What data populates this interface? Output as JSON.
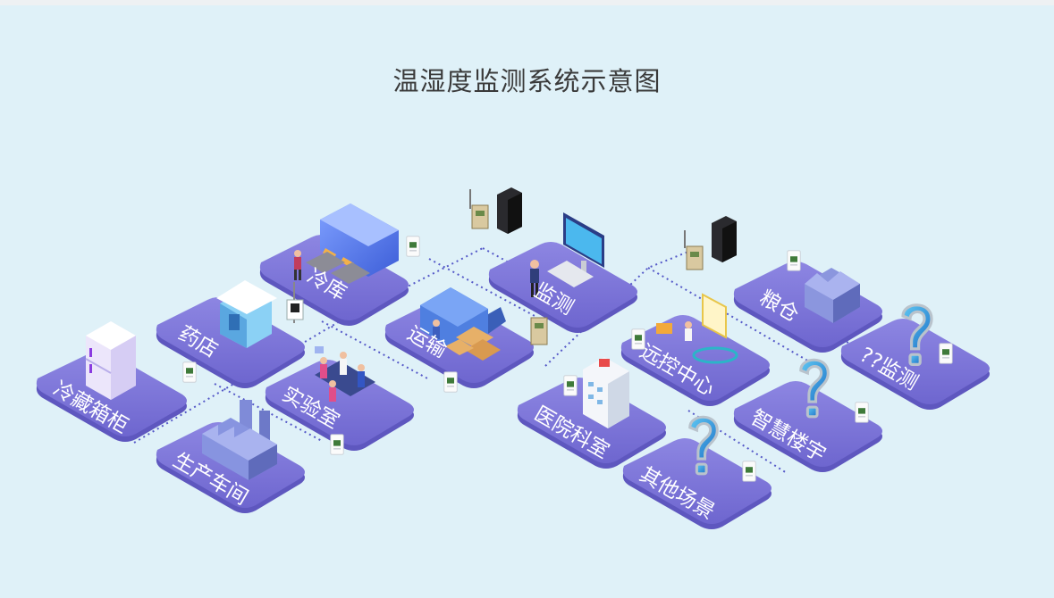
{
  "title": "温湿度监测系统示意图",
  "scenes": [
    {
      "id": "cold-cabinet",
      "label": "冷藏箱柜",
      "icon": "refrigerator-icon"
    },
    {
      "id": "pharmacy",
      "label": "药店",
      "icon": "storefront-icon"
    },
    {
      "id": "cold-storage",
      "label": "冷库",
      "icon": "cold-storage-warehouse-icon"
    },
    {
      "id": "workshop",
      "label": "生产车间",
      "icon": "factory-icon"
    },
    {
      "id": "laboratory",
      "label": "实验室",
      "icon": "laboratory-people-icon"
    },
    {
      "id": "transport",
      "label": "运输",
      "icon": "delivery-truck-icon"
    },
    {
      "id": "monitor",
      "label": "监测",
      "icon": "computer-monitor-icon"
    },
    {
      "id": "hospital",
      "label": "医院科室",
      "icon": "hospital-building-icon"
    },
    {
      "id": "control-center",
      "label": "远控中心",
      "icon": "control-center-icon"
    },
    {
      "id": "granary",
      "label": "粮仓",
      "icon": "granary-icon"
    },
    {
      "id": "smart-building",
      "label": "智慧楼宇",
      "icon": "question-mark-icon"
    },
    {
      "id": "other",
      "label": "其他场景",
      "icon": "question-mark-icon"
    },
    {
      "id": "more-monitoring",
      "label": "??监测",
      "icon": "question-mark-icon"
    }
  ]
}
